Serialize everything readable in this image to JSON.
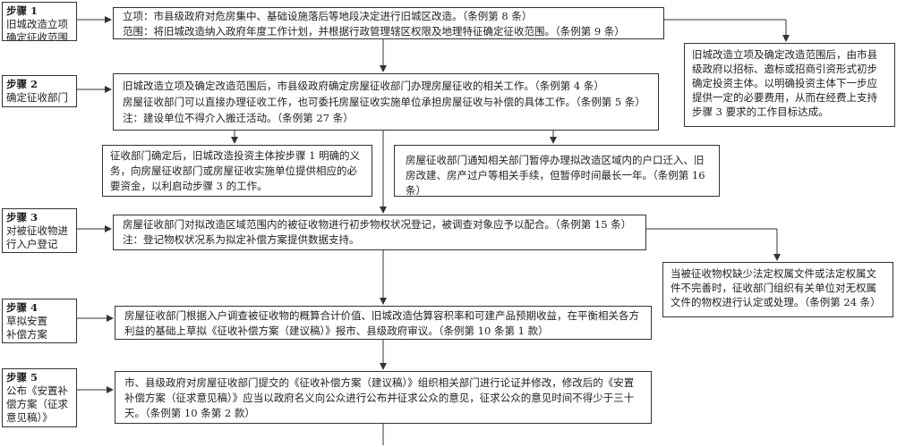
{
  "steps": [
    {
      "title": "步骤 1",
      "desc": "旧城改造立项\n确定征收范围"
    },
    {
      "title": "步骤 2",
      "desc": "确定征收部门"
    },
    {
      "title": "步骤 3",
      "desc": "对被征收物进\n行入户登记"
    },
    {
      "title": "步骤 4",
      "desc": "草拟安置\n补偿方案"
    },
    {
      "title": "步骤 5",
      "desc": "公布《安置补\n偿方案（征求\n意见稿）》"
    }
  ],
  "boxes": {
    "b1": [
      "立项：市县级政府对危房集中、基础设施落后等地段决定进行旧城区改造。（条例第 8 条）",
      "范围：将旧城改造纳入政府年度工作计划，并根据行政管理辖区权限及地理特征确定征收范围。（条例第 9 条）"
    ],
    "b2": [
      "旧城改造立项及确定改造范围后，市县级政府确定房屋征收部门办理房屋征收的相关工作。（条例第 4 条）",
      "房屋征收部门可以直接办理征收工作，也可委托房屋征收实施单位承担房屋征收与补偿的具体工作。（条例第 5 条）",
      "注：建设单位不得介入搬迁活动。（条例第 27 条）"
    ],
    "b2a": "征收部门确定后，旧城改造投资主体按步骤 1 明确的义务，向房屋征收部门或房屋征收实施单位提供相应的必要资金，以利启动步骤 3 的工作。",
    "b2b": "房屋征收部门通知相关部门暂停办理拟改造区域内的户口迁入、旧房改建、房产过户等相关手续，但暂停时间最长一年。（条例第 16 条）",
    "b3": [
      "房屋征收部门对拟改造区域范围内的被征收物进行初步物权状况登记，被调查对象应予以配合。（条例第 15 条）",
      "注：登记物权状况系为拟定补偿方案提供数据支持。"
    ],
    "b4": "房屋征收部门根据入户调查被征收物的概算合计价值、旧城改造估算容积率和可建产品预期收益，在平衡相关各方利益的基础上草拟《征收补偿方案（建议稿）》报市、县级政府审议。（条例第 10 条第 1 款）",
    "b5": "市、县级政府对房屋征收部门提交的《征收补偿方案（建议稿）》组织相关部门进行论证并修改，修改后的《安置补偿方案（征求意见稿）》应当以政府名义向公众进行公布并征求公众的意见，征求公众的意见时间不得少于三十天。（条例第 10 条第 2 款）",
    "r1": "旧城改造立项及确定改造范围后，由市县级政府以招标、邀标或招商引资形式初步确定投资主体。以明确投资主体下一步应提供一定的必要费用，从而在经费上支持步骤 3 要求的工作目标达成。",
    "r2": "当被征收物权缺少法定权属文件或法定权属文件不完善时，征收部门组织有关单位对无权属文件的物权进行认定或处理。（条例第 24 条）"
  }
}
